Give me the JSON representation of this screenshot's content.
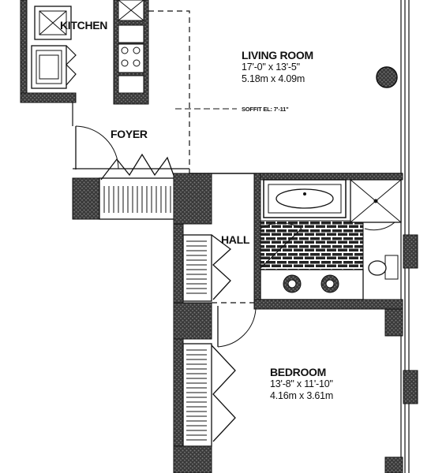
{
  "rooms": {
    "kitchen": {
      "name": "KITCHEN"
    },
    "living_room": {
      "name": "LIVING ROOM",
      "dim_imperial": "17'-0\" x 13'-5\"",
      "dim_metric": "5.18m x 4.09m"
    },
    "soffit": {
      "note": "SOFFIT EL: 7'-11\""
    },
    "foyer": {
      "name": "FOYER"
    },
    "hall": {
      "name": "HALL"
    },
    "bedroom": {
      "name": "BEDROOM",
      "dim_imperial": "13'-8\" x 11'-10\"",
      "dim_metric": "4.16m x 3.61m"
    }
  },
  "colors": {
    "line": "#111111",
    "wall_fill": "#2b2b2b",
    "background": "#ffffff"
  }
}
